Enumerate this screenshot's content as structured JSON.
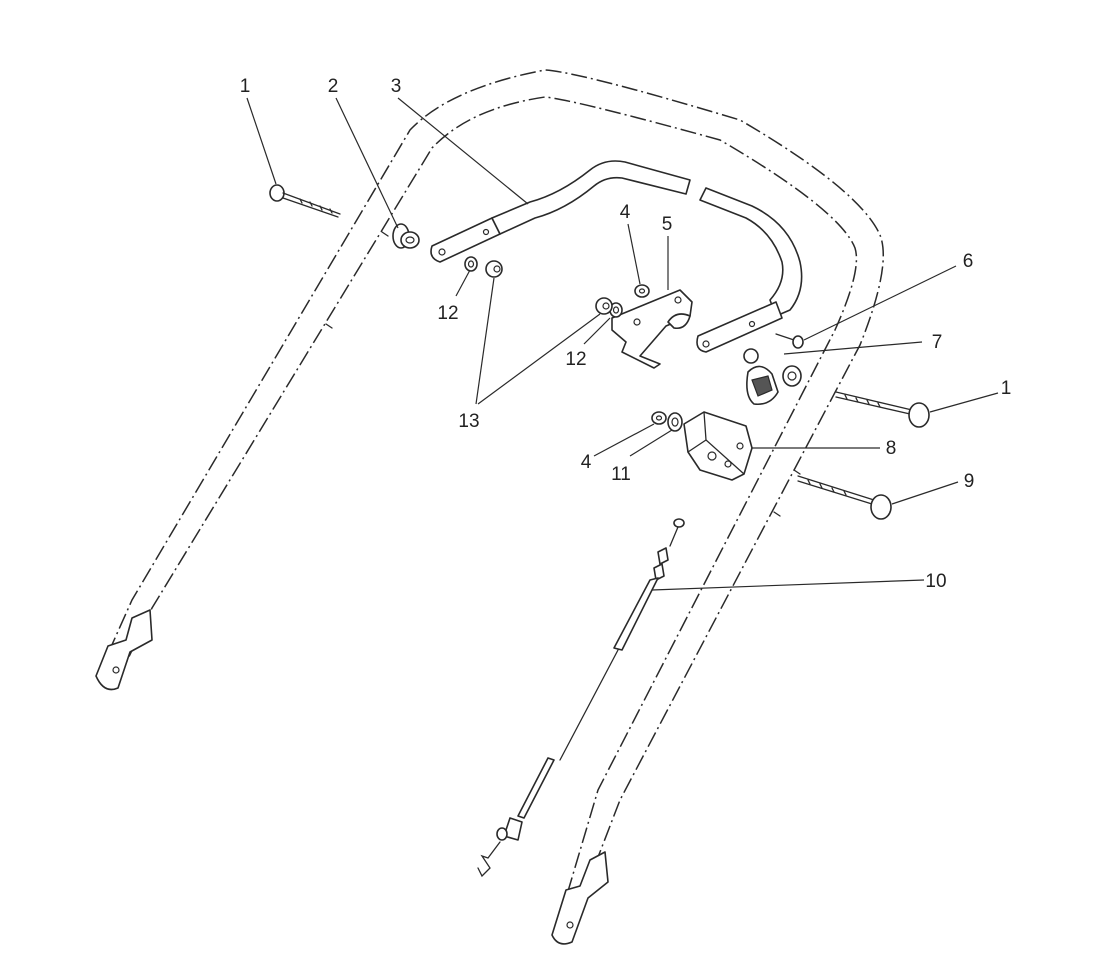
{
  "callouts": {
    "c1a": "1",
    "c2": "2",
    "c3": "3",
    "c4a": "4",
    "c5": "5",
    "c6": "6",
    "c7": "7",
    "c1b": "1",
    "c8": "8",
    "c9": "9",
    "c4b": "4",
    "c11": "11",
    "c10": "10",
    "c12a": "12",
    "c12b": "12",
    "c13": "13"
  }
}
